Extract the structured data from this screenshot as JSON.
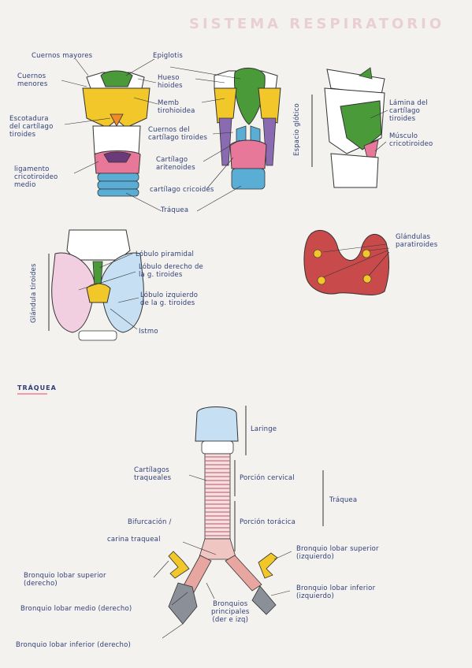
{
  "page_title": "SISTEMA RESPIRATORIO",
  "labels": {
    "cuernos_mayores": "Cuernos mayores",
    "cuernos_menores": "Cuernos\nmenores",
    "escotadura": "Escotadura\ndel cartílago\ntiroides",
    "ligamento": "ligamento\ncricotiroideo\nmedio",
    "epiglotis": "Epiglotis",
    "hueso_hioides": "Hueso\nhioides",
    "memb_tirohioidea": "Memb\ntirohioidea",
    "cuernos_del_tiroides": "Cuernos del\ncartílago tiroides",
    "aritenoides": "Cartílago\naritenoides",
    "cricoides": "cartílago cricoides",
    "traquea_lar": "Tráquea",
    "lamina": "Lámina del\ncartílago\ntiroides",
    "musculo": "Músculo\ncricotiroideo",
    "espacio_glotico": "Espacio glótico",
    "glandula_tiroides": "Glándula tiroides",
    "lobulo_piramidal": "Lóbulo piramidal",
    "lobulo_derecho": "Lóbulo derecho de\nla g. tiroides",
    "lobulo_izquierdo": "Lóbulo izquierdo\nde la g. tiroides",
    "istmo": "Istmo",
    "paratiroides": "Glándulas\nparatiroides",
    "section_traquea": "TRÁQUEA",
    "laringe": "Laringe",
    "cartilagos_traqueales": "Cartílagos\ntraqueales",
    "porcion_cervical": "Porción cervical",
    "porcion_toracica": "Porción torácica",
    "traquea_right": "Tráquea",
    "bifurcacion": "Bifurcación /",
    "carina": "carina traqueal",
    "bronquio_sup_der": "Bronquio lobar superior\n(derecho)",
    "bronquio_medio_der": "Bronquio lobar medio (derecho)",
    "bronquio_inf_der": "Bronquio lobar inferior (derecho)",
    "bronquios_principales": "Bronquios\nprincipales\n(der e izq)",
    "bronquio_sup_izq": "Bronquio lobar superior\n(izquierdo)",
    "bronquio_inf_izq": "Bronquio lobar inferior\n(izquierdo)"
  },
  "colors": {
    "ink": "#2e3d78",
    "epiglottis_green": "#4a9a3a",
    "thyroid_yellow": "#f2c72a",
    "orange": "#f08a2a",
    "cricoid_pink": "#e8789a",
    "trachea_blue": "#5aaed6",
    "thyroid_pink": "#f2cfe0",
    "thyroid_blue": "#c6dff2",
    "parathyroid_red": "#c94a4a",
    "bronchi_pink": "#e8a6a0",
    "bronchi_grey": "#8a8f98"
  }
}
